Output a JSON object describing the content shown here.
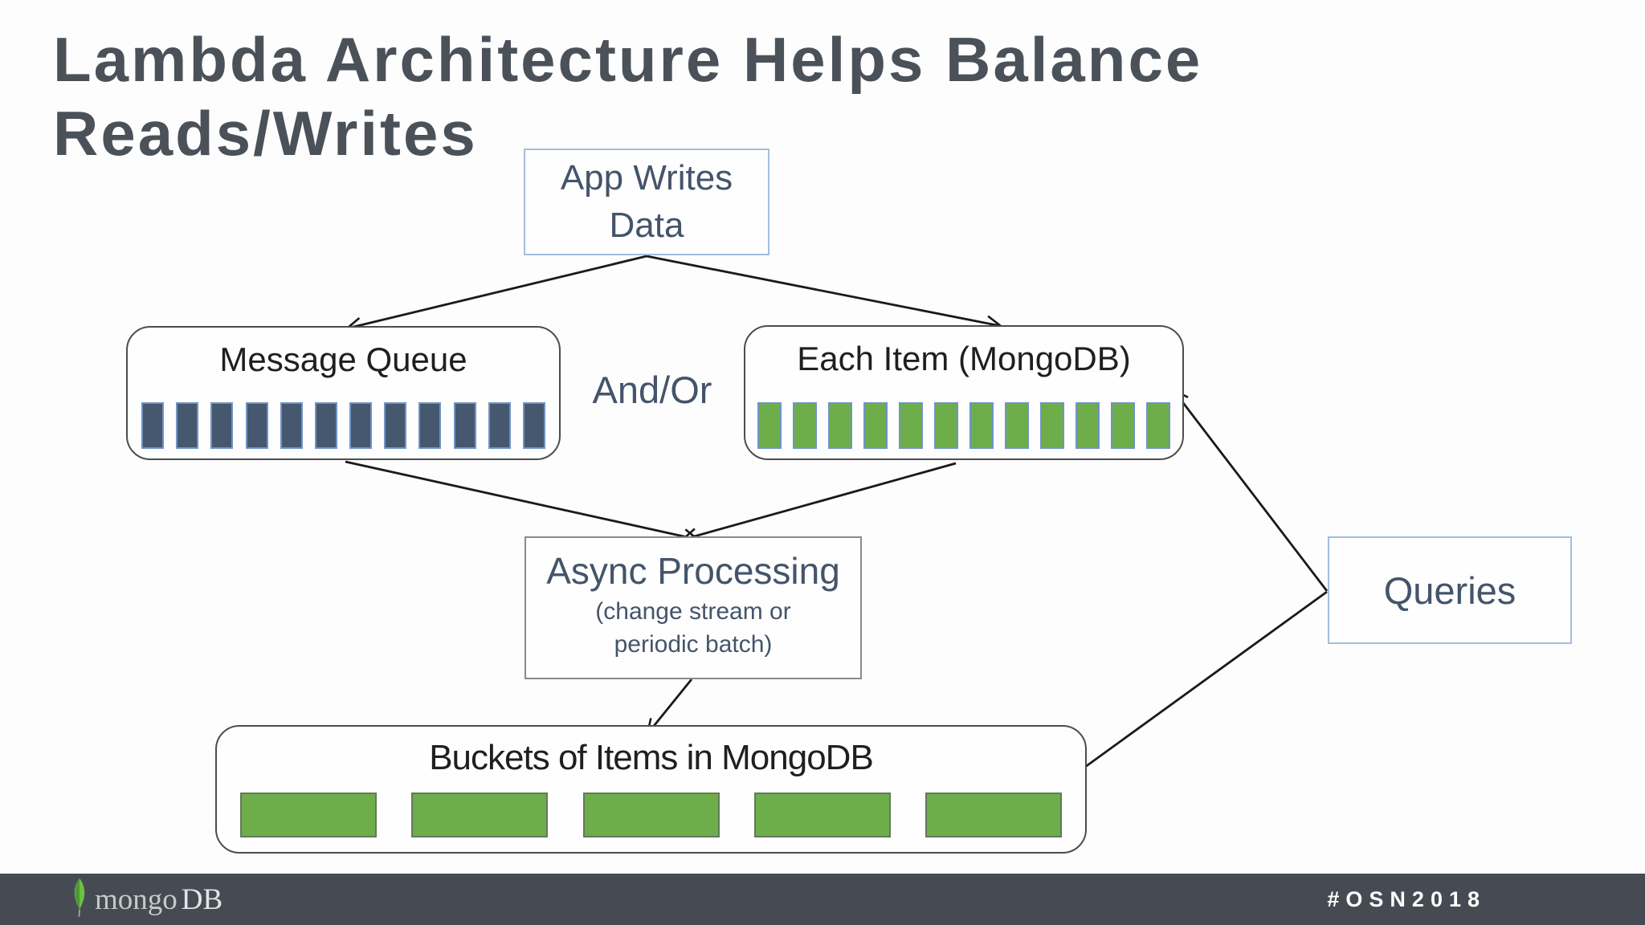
{
  "slide": {
    "title": "Lambda Architecture Helps Balance Reads/Writes"
  },
  "diagram": {
    "nodes": {
      "app_writes": {
        "label": "App Writes Data"
      },
      "message_queue": {
        "label": "Message Queue",
        "bar_count": 12
      },
      "and_or": {
        "label": "And/Or"
      },
      "each_item": {
        "label": "Each Item (MongoDB)",
        "bar_count": 12
      },
      "async": {
        "label": "Async Processing",
        "sublabel": "(change stream or periodic batch)"
      },
      "buckets": {
        "label": "Buckets of Items in MongoDB",
        "bar_count": 5
      },
      "queries": {
        "label": "Queries"
      }
    },
    "edges": [
      "app_writes -> message_queue",
      "app_writes -> each_item",
      "message_queue -> async",
      "each_item -> async",
      "async -> buckets",
      "queries -> each_item",
      "queries -> buckets"
    ]
  },
  "footer": {
    "logo_mongo": "mongo",
    "logo_db": "DB",
    "hashtag": "#OSN2018"
  },
  "colors": {
    "title_text": "#4b5158",
    "slate_text": "#44546a",
    "dark_text": "#1f1f1f",
    "blue_box_border": "#a3bedd",
    "rounded_box_border": "#4d4d4d",
    "async_box_border": "#848b90",
    "dark_bar_fill": "#45586e",
    "green_bar_fill": "#6dae4a",
    "bar_border_blue": "#6f94c6",
    "bucket_bar_border": "#64795a",
    "arrow": "#1a1a1a",
    "footer_bar": "#464b53",
    "leaf_green": "#6cbf47",
    "leaf_green_dark": "#4f9636"
  }
}
